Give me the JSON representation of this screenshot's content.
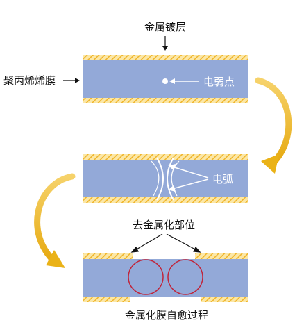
{
  "labels": {
    "metal_coating": "金属镀层",
    "polypropylene_film": "聚丙烯烯膜",
    "weak_point": "电弱点",
    "arc": "电弧",
    "demetallized_area": "去金属化部位",
    "process_title": "金属化膜自愈过程"
  },
  "colors": {
    "film": "#93A9D8",
    "coating": "#F3C14D",
    "arrow": "#EAB217",
    "circle_outline": "#C0243A",
    "text": "#111111",
    "white": "#FFFFFF"
  }
}
